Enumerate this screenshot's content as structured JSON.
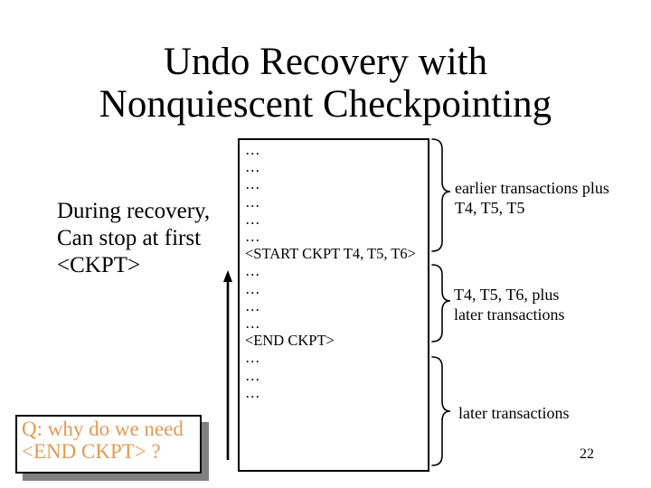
{
  "slide": {
    "title_line1": "Undo Recovery with",
    "title_line2": "Nonquiescent Checkpointing",
    "page_number": "22"
  },
  "left_note": {
    "line1": "During recovery,",
    "line2": "Can stop at first",
    "line3": "<CKPT>"
  },
  "log": {
    "entries": [
      "…",
      "…",
      "…",
      "…",
      "…",
      "…",
      "<START CKPT T4, T5, T6>",
      "…",
      "…",
      "…",
      "…",
      "<END CKPT>",
      "…",
      "…",
      "…"
    ]
  },
  "annotations": [
    {
      "line1": "earlier transactions plus",
      "line2": "T4, T5, T5"
    },
    {
      "line1": "T4, T5, T6, plus",
      "line2": "later transactions"
    },
    {
      "line1": "later transactions"
    }
  ],
  "question_box": {
    "line1": "Q: why do we need",
    "line2": "<END CKPT> ?"
  },
  "colors": {
    "question_text": "#E39A55",
    "box_shadow": "#808080",
    "ink": "#000000",
    "background": "#ffffff"
  }
}
